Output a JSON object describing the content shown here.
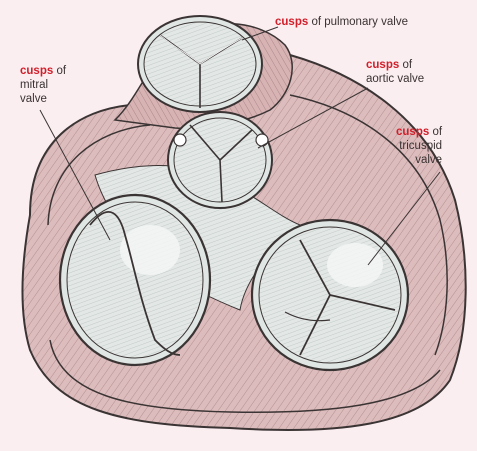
{
  "labels": {
    "pulmonary": {
      "keyword": "cusps",
      "rest_line1": "of pulmonary valve"
    },
    "mitral": {
      "keyword": "cusps",
      "rest_line1": "of",
      "line2": "mitral",
      "line3": "valve"
    },
    "aortic": {
      "keyword": "cusps",
      "rest_line1": "of",
      "line2": "aortic valve"
    },
    "tricuspid": {
      "keyword": "cusps",
      "rest_line1": "of",
      "line2": "tricuspid",
      "line3": "valve"
    }
  },
  "colors": {
    "background": "#fbeef0",
    "tissue": "#d9b5b5",
    "valve_fill": "#dfe6e3",
    "outline": "#3b3434",
    "keyword": "#d21e2a"
  }
}
